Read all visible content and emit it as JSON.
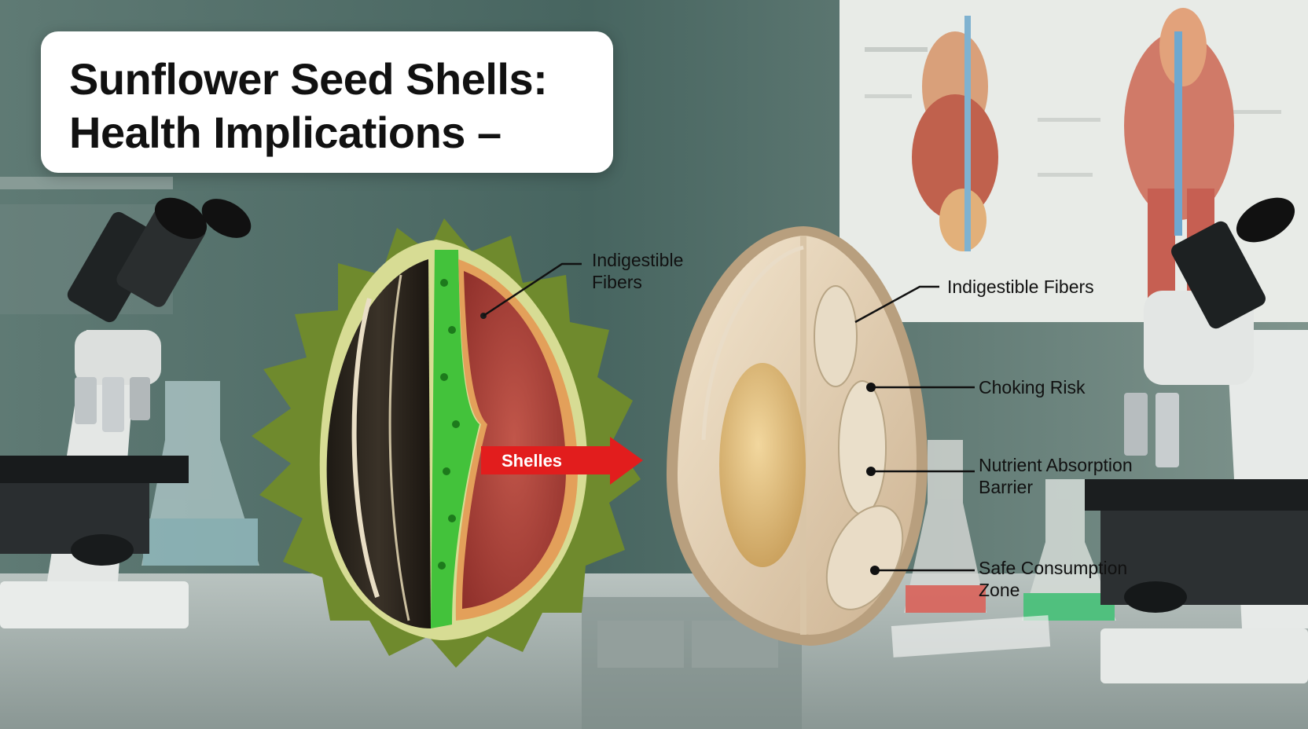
{
  "title": {
    "line1": "Sunflower Seed Shells:",
    "line2": "Health Implications –"
  },
  "labels": {
    "left_fibers_line1": "Indigestible",
    "left_fibers_line2": "Fibers",
    "arrow": "Shelles",
    "right_fibers": "Indigestible Fibers",
    "choking": "Choking Risk",
    "nutrient_line1": "Nutrient Absorption",
    "nutrient_line2": "Barrier",
    "safe_line1": "Safe Consumption",
    "safe_line2": "Zone"
  },
  "colors": {
    "background_wall": "#4d6863",
    "arrow_red": "#e21d1d",
    "shell_green": "#43c23b",
    "inner_red": "#b54a3f"
  }
}
